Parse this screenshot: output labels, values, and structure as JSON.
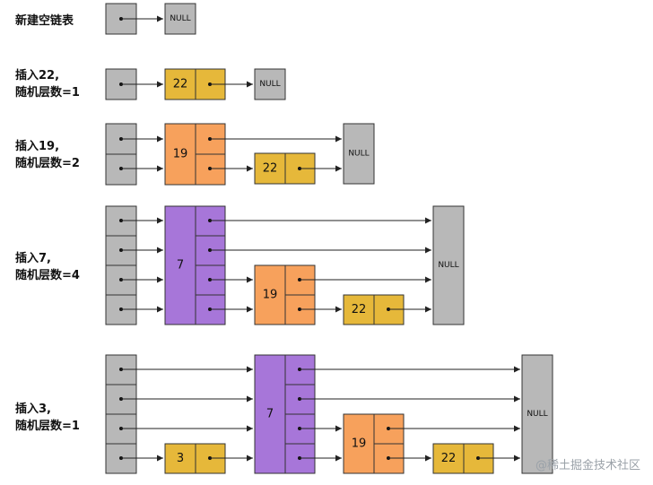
{
  "colors": {
    "head": "#b8b8b8",
    "null": "#b8b8b8",
    "node22": "#e6b83a",
    "node19": "#f7a15c",
    "node7": "#a776d9",
    "node3": "#e6b83a",
    "border": "#333333",
    "arrow": "#222222"
  },
  "steps": [
    {
      "line1": "新建空链表",
      "line2": ""
    },
    {
      "line1": "插入22,",
      "line2": "随机层数=1"
    },
    {
      "line1": "插入19,",
      "line2": "随机层数=2"
    },
    {
      "line1": "插入7,",
      "line2": "随机层数=4"
    },
    {
      "line1": "插入3,",
      "line2": "随机层数=1"
    }
  ],
  "null_label": "NULL",
  "node_values": {
    "n22": "22",
    "n19": "19",
    "n7": "7",
    "n3": "3"
  },
  "watermark": "@稀土掘金技术社区"
}
